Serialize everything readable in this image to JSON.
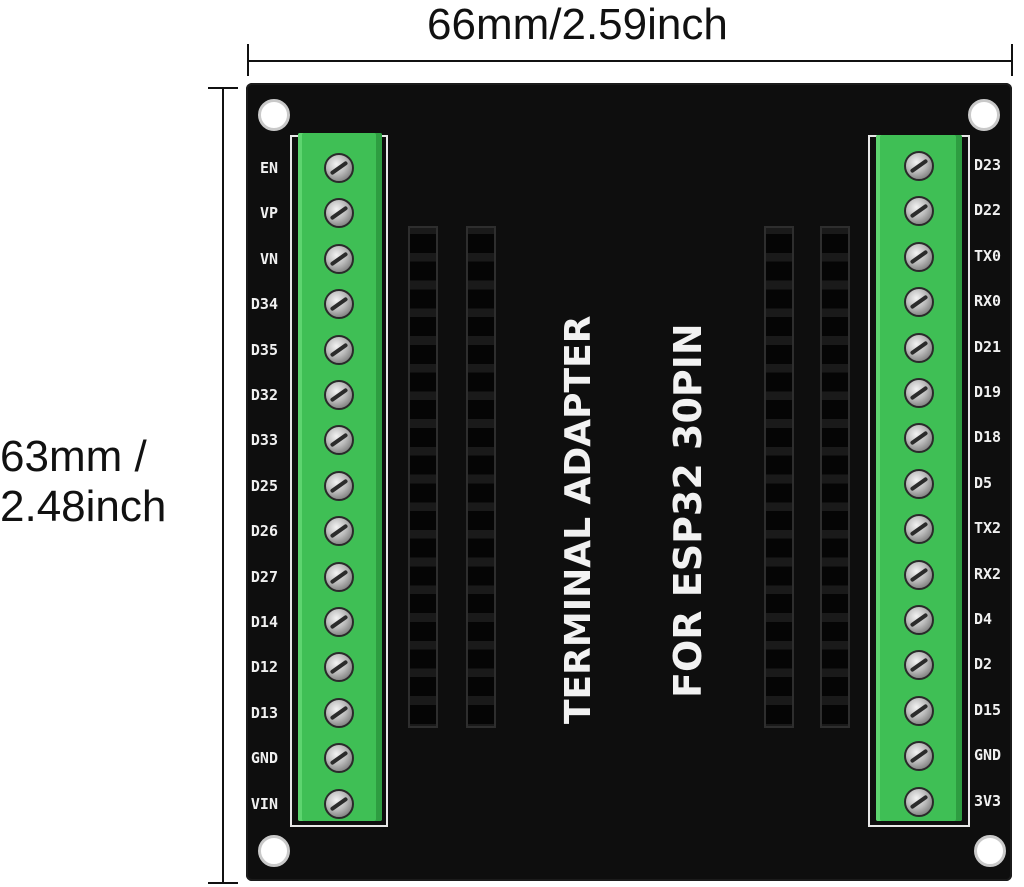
{
  "dimensions": {
    "width_label": "66mm/2.59inch",
    "height_label_line1": "63mm /",
    "height_label_line2": "2.48inch"
  },
  "board": {
    "title_line1": "TERMINAL ADAPTER",
    "title_line2": "FOR ESP32 30PIN",
    "color_pcb": "#0e0e0e",
    "color_terminal": "#3fbf55",
    "left_pins": [
      "EN",
      "VP",
      "VN",
      "D34",
      "D35",
      "D32",
      "D33",
      "D25",
      "D26",
      "D27",
      "D14",
      "D12",
      "D13",
      "GND",
      "VIN"
    ],
    "right_pins": [
      "D23",
      "D22",
      "TX0",
      "RX0",
      "D21",
      "D19",
      "D18",
      "D5",
      "TX2",
      "RX2",
      "D4",
      "D2",
      "D15",
      "GND",
      "3V3"
    ]
  }
}
